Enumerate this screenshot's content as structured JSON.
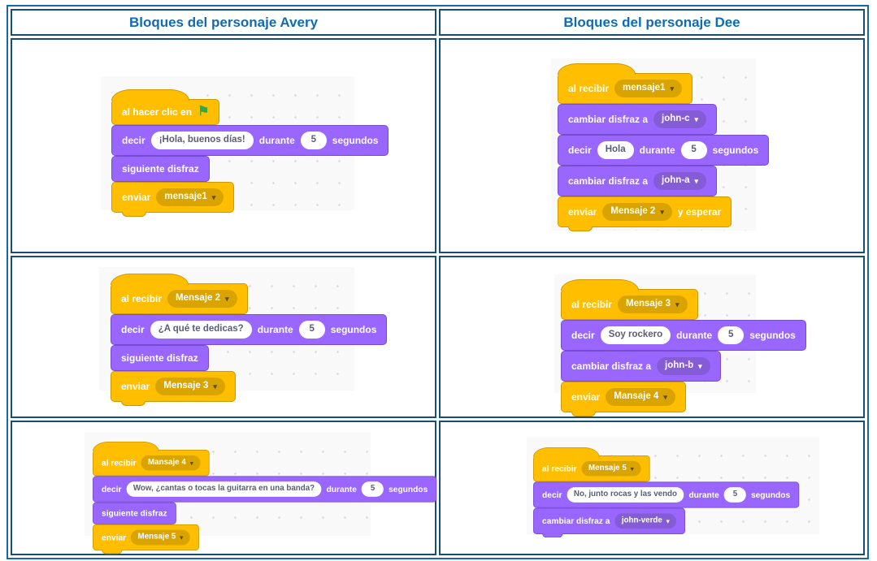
{
  "header": {
    "left": "Bloques del personaje Avery",
    "right": "Bloques del personaje Dee"
  },
  "labels": {
    "al_hacer_clic_en": "al hacer clic en",
    "al_recibir": "al recibir",
    "decir": "decir",
    "durante": "durante",
    "segundos": "segundos",
    "siguiente_disfraz": "siguiente disfraz",
    "cambiar_disfraz_a": "cambiar disfraz a",
    "enviar": "enviar",
    "y_esperar": "y esperar"
  },
  "values": {
    "a1": {
      "say": "¡Hola, buenos días!",
      "secs": "5",
      "send": "mensaje1"
    },
    "d1": {
      "recv": "mensaje1",
      "costume1": "john-c",
      "say": "Hola",
      "secs": "5",
      "costume2": "john-a",
      "send": "Mensaje 2"
    },
    "a2": {
      "recv": "Mensaje 2",
      "say": "¿A qué te dedicas?",
      "secs": "5",
      "send": "Mensaje 3"
    },
    "d2": {
      "recv": "Mensaje 3",
      "say": "Soy rockero",
      "secs": "5",
      "costume": "john-b",
      "send": "Mansaje 4"
    },
    "a3": {
      "recv": "Mansaje 4",
      "say": "Wow, ¿cantas o tocas la guitarra en una banda?",
      "secs": "5",
      "send": "Mensaje 5"
    },
    "d3": {
      "recv": "Mensaje 5",
      "say": "No, junto rocas y las vendo",
      "secs": "5",
      "costume": "john-verde"
    }
  },
  "icons": {
    "dropdown_arrow": "▾",
    "green_flag": "⚑"
  },
  "colors": {
    "events_yellow": "#ffbf00",
    "events_pill": "#d9a400",
    "looks_purple": "#9966ff",
    "looks_pill": "#855cd6",
    "table_border": "#174e77",
    "outer_border": "#1268a8",
    "header_text": "#0e6cb5",
    "flag_green": "#3da53d",
    "workspace_bg": "#f9f9f9"
  }
}
